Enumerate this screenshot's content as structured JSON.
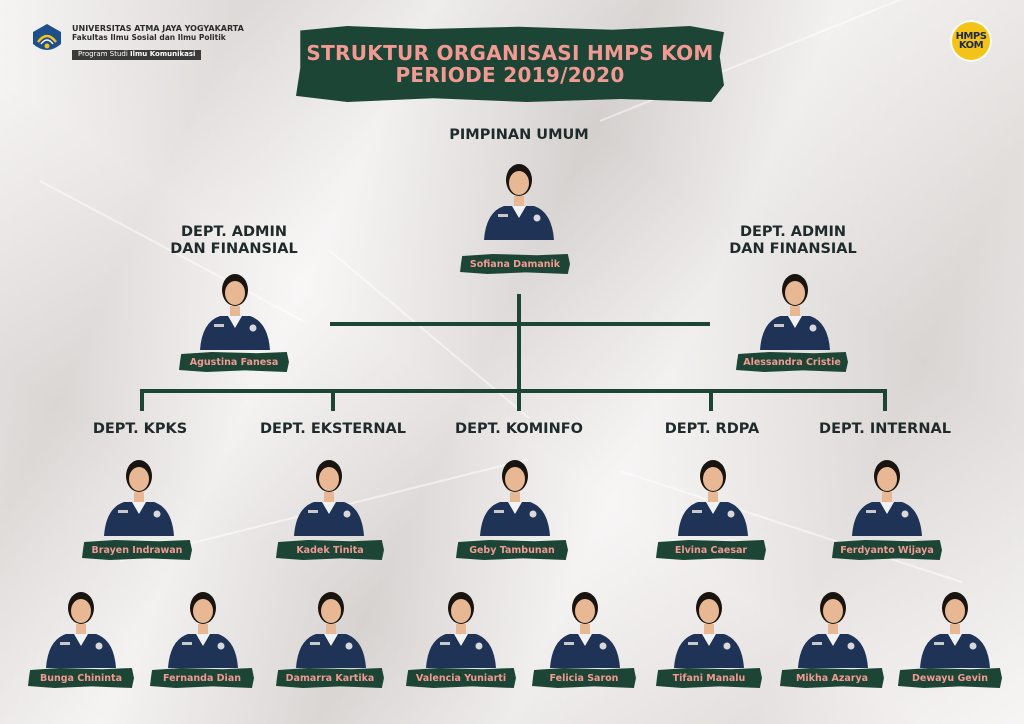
{
  "header": {
    "university_name": "UNIVERSITAS ATMA JAYA YOGYAKARTA",
    "faculty": "Fakultas Ilmu Sosial dan Ilmu Politik",
    "program_prefix": "Program Studi ",
    "program_name": "Ilmu Komunikasi",
    "hmps_logo_line1": "HMPS",
    "hmps_logo_line2": "KOM"
  },
  "title": {
    "line1": "STRUKTUR ORGANISASI HMPS KOM",
    "line2": "PERIODE 2019/2020"
  },
  "colors": {
    "banner": "#1d4535",
    "banner_text": "#f19a93",
    "uniform": "#1f3357",
    "hair": "#1a1410",
    "skin": "#e8b894"
  },
  "leader": {
    "role": "PIMPINAN UMUM",
    "name": "Sofiana Damanik"
  },
  "admin_left": {
    "role_line1": "DEPT. ADMIN",
    "role_line2": "DAN FINANSIAL",
    "name": "Agustina Fanesa"
  },
  "admin_right": {
    "role_line1": "DEPT. ADMIN",
    "role_line2": "DAN FINANSIAL",
    "name": "Alessandra Cristie"
  },
  "departments": [
    {
      "role": "DEPT. KPKS",
      "head": "Brayen Indrawan"
    },
    {
      "role": "DEPT. EKSTERNAL",
      "head": "Kadek Tinita"
    },
    {
      "role": "DEPT. KOMINFO",
      "head": "Geby Tambunan"
    },
    {
      "role": "DEPT. RDPA",
      "head": "Elvina Caesar"
    },
    {
      "role": "DEPT. INTERNAL",
      "head": "Ferdyanto Wijaya"
    }
  ],
  "members": [
    "Bunga Chininta",
    "Fernanda Dian",
    "Damarra Kartika",
    "Valencia Yuniarti",
    "Felicia Saron",
    "Tifani Manalu",
    "Mikha Azarya",
    "Dewayu Gevin"
  ]
}
